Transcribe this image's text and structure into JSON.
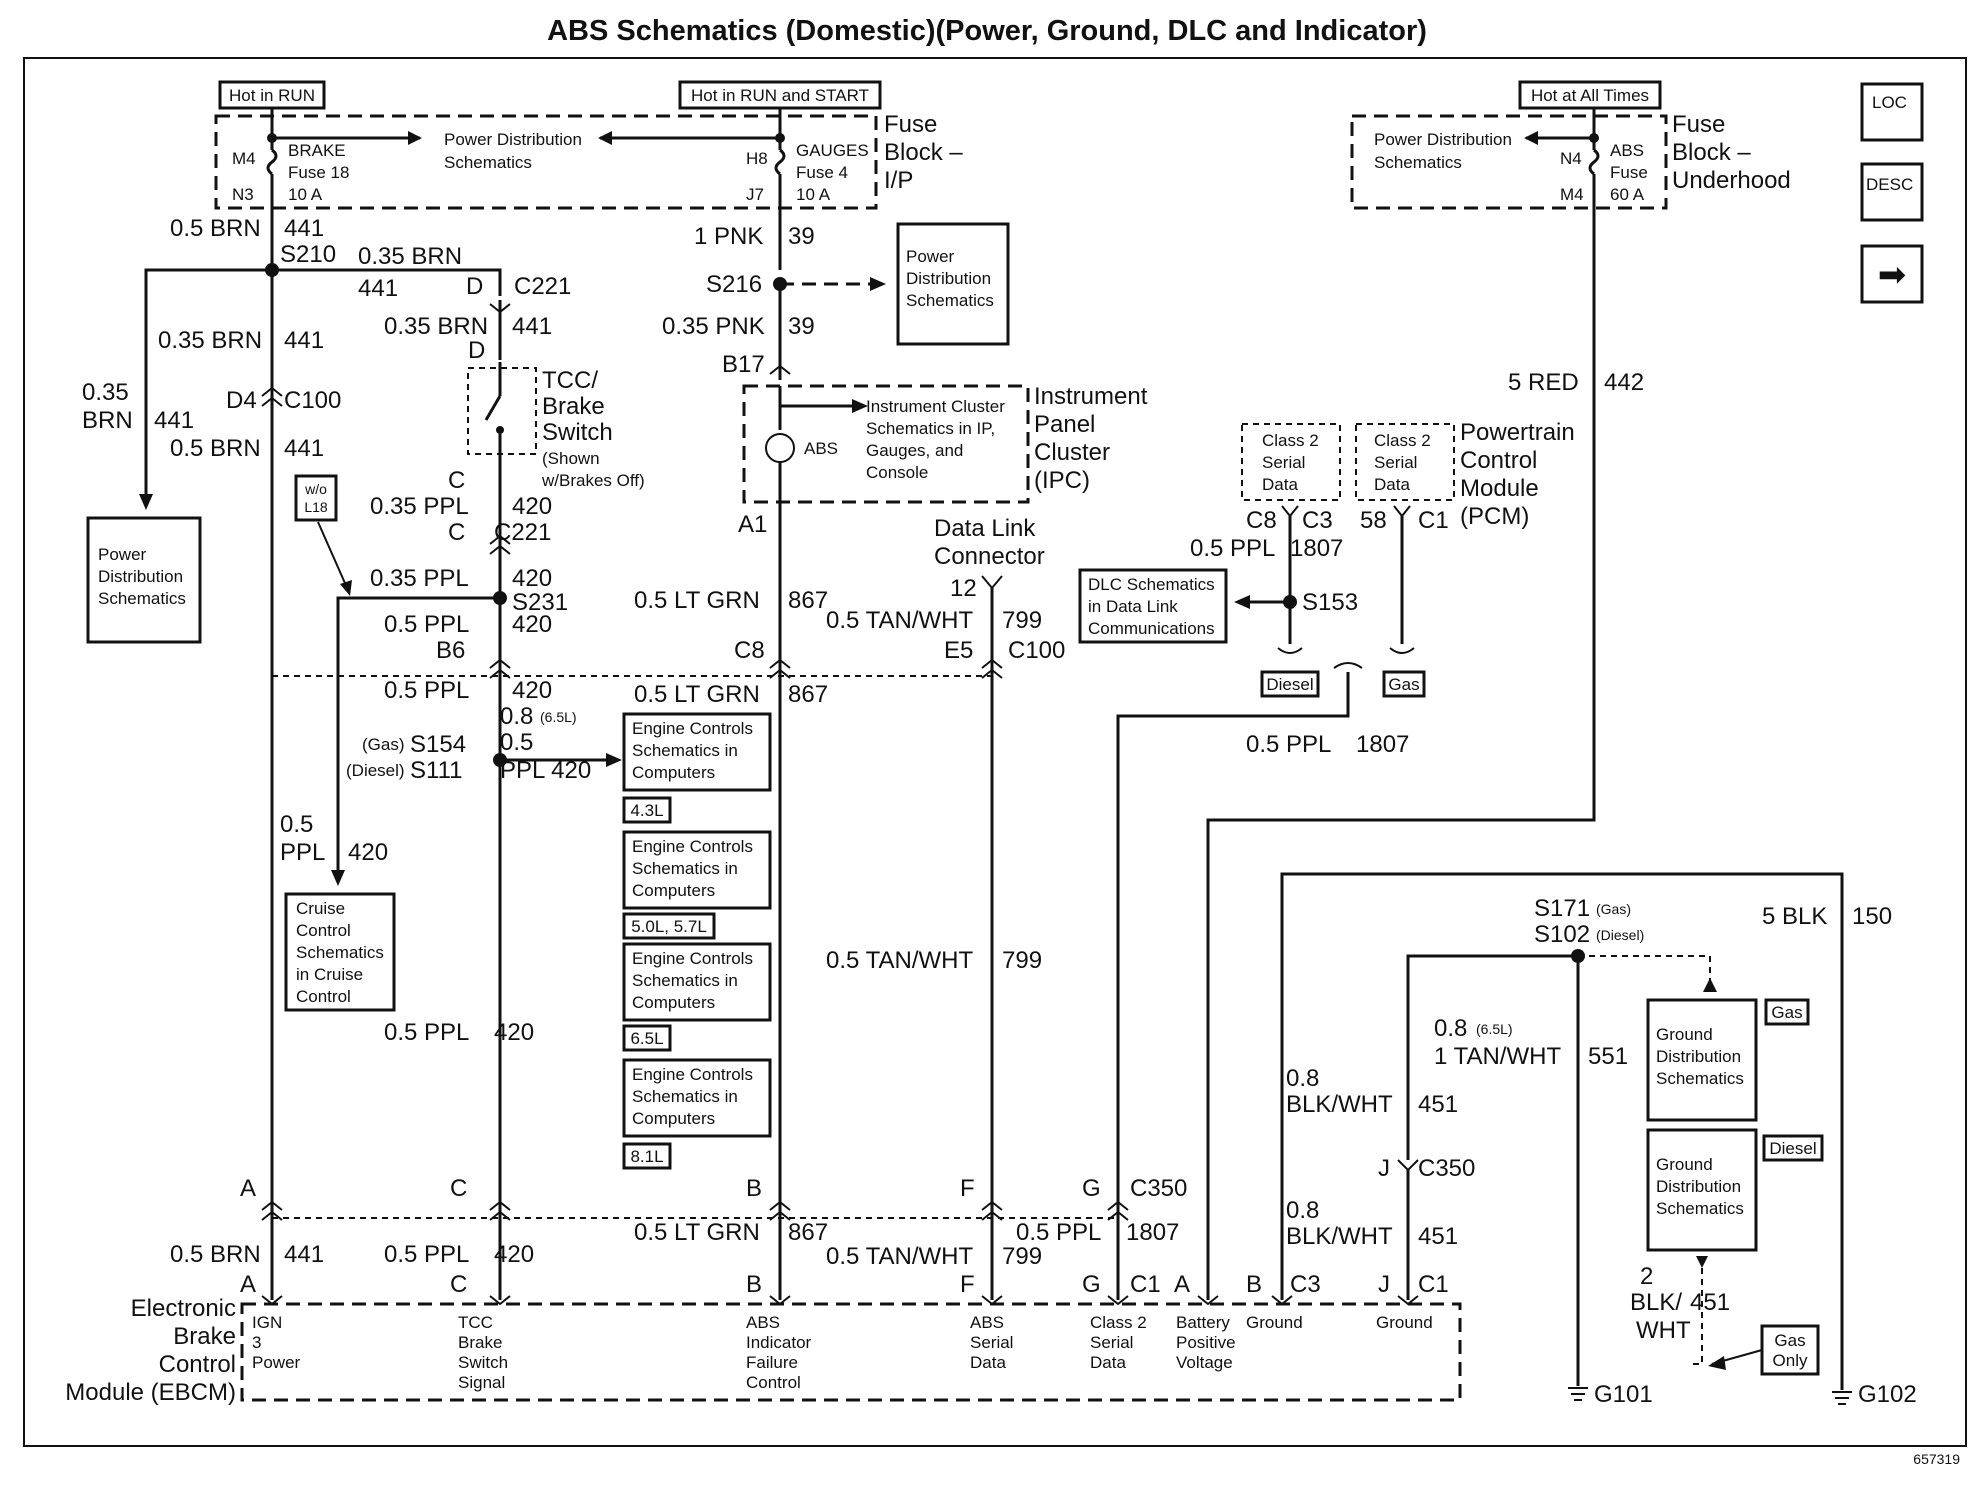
{
  "title": "ABS Schematics (Domestic)(Power, Ground, DLC and Indicator)",
  "figure_id": "657319",
  "nav": {
    "loc": "LOC",
    "desc": "DESC",
    "next_arrow": "➡"
  },
  "power_tags": {
    "hot_run": "Hot in RUN",
    "hot_run_start": "Hot in RUN and START",
    "hot_all": "Hot at All Times"
  },
  "fuse_block_ip": {
    "l1": "Fuse",
    "l2": "Block –",
    "l3": "I/P"
  },
  "fuse_block_uh": {
    "l1": "Fuse",
    "l2": "Block –",
    "l3": "Underhood"
  },
  "fuses": {
    "brake": {
      "name": "BRAKE",
      "num": "Fuse 18",
      "amp": "10 A",
      "top": "M4",
      "bot": "N3"
    },
    "gauges": {
      "name": "GAUGES",
      "num": "Fuse 4",
      "amp": "10 A",
      "top": "H8",
      "bot": "J7"
    },
    "abs": {
      "name": "ABS",
      "num": "Fuse",
      "amp": "60 A",
      "top": "N4",
      "bot": "M4"
    }
  },
  "ref_boxes": {
    "pds_inline_l1": "Power Distribution",
    "pds_inline_l2": "Schematics",
    "pds_uh_l1": "Power Distribution",
    "pds_uh_l2": "Schematics",
    "pds_box1_l1": "Power",
    "pds_box1_l2": "Distribution",
    "pds_box1_l3": "Schematics",
    "pds_box2_l1": "Power",
    "pds_box2_l2": "Distribution",
    "pds_box2_l3": "Schematics",
    "ic_l1": "Instrument Cluster",
    "ic_l2": "Schematics in IP,",
    "ic_l3": "Gauges, and",
    "ic_l4": "Console",
    "dlc_l1": "DLC Schematics",
    "dlc_l2": "in Data Link",
    "dlc_l3": "Communications",
    "cruise_l1": "Cruise",
    "cruise_l2": "Control",
    "cruise_l3": "Schematics",
    "cruise_l4": "in Cruise",
    "cruise_l5": "Control",
    "ec_l1": "Engine Controls",
    "ec_l2": "Schematics in",
    "ec_l3": "Computers",
    "gd_l1": "Ground",
    "gd_l2": "Distribution",
    "gd_l3": "Schematics"
  },
  "engine_tags": [
    "4.3L",
    "5.0L, 5.7L",
    "6.5L",
    "8.1L"
  ],
  "tags": {
    "gas": "Gas",
    "diesel": "Diesel",
    "gas_only_1": "Gas",
    "gas_only_2": "Only",
    "wo_1": "w/o",
    "wo_2": "L18"
  },
  "ipc": {
    "l1": "Instrument",
    "l2": "Panel",
    "l3": "Cluster",
    "l4": "(IPC)",
    "abs": "ABS"
  },
  "tcc": {
    "l1": "TCC/",
    "l2": "Brake",
    "l3": "Switch",
    "l4": "(Shown",
    "l5": "w/Brakes Off)"
  },
  "pcm": {
    "l1": "Powertrain",
    "l2": "Control",
    "l3": "Module",
    "l4": "(PCM)",
    "sd1_1": "Class 2",
    "sd1_2": "Serial",
    "sd1_3": "Data",
    "sd2_1": "Class 2",
    "sd2_2": "Serial",
    "sd2_3": "Data"
  },
  "dlc": {
    "l1": "Data Link",
    "l2": "Connector"
  },
  "ebcm": {
    "l1": "Electronic",
    "l2": "Brake",
    "l3": "Control",
    "l4": "Module (EBCM)",
    "pins": [
      {
        "l1": "IGN",
        "l2": "3",
        "l3": "Power"
      },
      {
        "l1": "TCC",
        "l2": "Brake",
        "l3": "Switch",
        "l4": "Signal"
      },
      {
        "l1": "ABS",
        "l2": "Indicator",
        "l3": "Failure",
        "l4": "Control"
      },
      {
        "l1": "ABS",
        "l2": "Serial",
        "l3": "Data"
      },
      {
        "l1": "Class 2",
        "l2": "Serial",
        "l3": "Data"
      },
      {
        "l1": "Battery",
        "l2": "Positive",
        "l3": "Voltage"
      },
      {
        "l1": "Ground"
      },
      {
        "l1": "Ground"
      }
    ]
  },
  "grounds": {
    "g101": "G101",
    "g102": "G102"
  },
  "labels": {
    "w_05brn": "0.5 BRN",
    "c441": "441",
    "s210": "S210",
    "w_035brn": "0.35 BRN",
    "d": "D",
    "c221": "C221",
    "d4": "D4",
    "c100": "C100",
    "c_": "C",
    "w_035ppl": "0.35 PPL",
    "c420": "420",
    "s231": "S231",
    "w_05ppl": "0.5 PPL",
    "b6": "B6",
    "w_08": "0.8",
    "w_65l": "(6.5L)",
    "w_05": "0.5",
    "ppl420": "PPL 420",
    "gas_p": "(Gas)",
    "diesel_p": "(Diesel)",
    "s154": "S154",
    "s111": "S111",
    "w_05_": "0.5",
    "ppl_": "PPL",
    "w_035": "0.35",
    "brn_": "BRN",
    "w_1pnk": "1 PNK",
    "c39": "39",
    "s216": "S216",
    "w_035pnk": "0.35 PNK",
    "b17": "B17",
    "a1": "A1",
    "w_05ltgrn": "0.5 LT GRN",
    "c867": "867",
    "c8": "C8",
    "p12": "12",
    "w_05tanwht": "0.5 TAN/WHT",
    "c799": "799",
    "e5": "E5",
    "w_5red": "5 RED",
    "c442": "442",
    "c3": "C3",
    "p58": "58",
    "c1": "C1",
    "c1807": "1807",
    "s153": "S153",
    "s171": "S171",
    "s171g": "(Gas)",
    "s102": "S102",
    "s102d": "(Diesel)",
    "w_5blk": "5 BLK",
    "c150": "150",
    "w_1tanwht": "1 TAN/WHT",
    "c551": "551",
    "blkwht": "BLK/WHT",
    "c451": "451",
    "j": "J",
    "c350": "C350",
    "w_2": "2",
    "blk_": "BLK/",
    "wht_": "WHT",
    "a": "A",
    "b": "B",
    "f": "F",
    "g": "G"
  }
}
